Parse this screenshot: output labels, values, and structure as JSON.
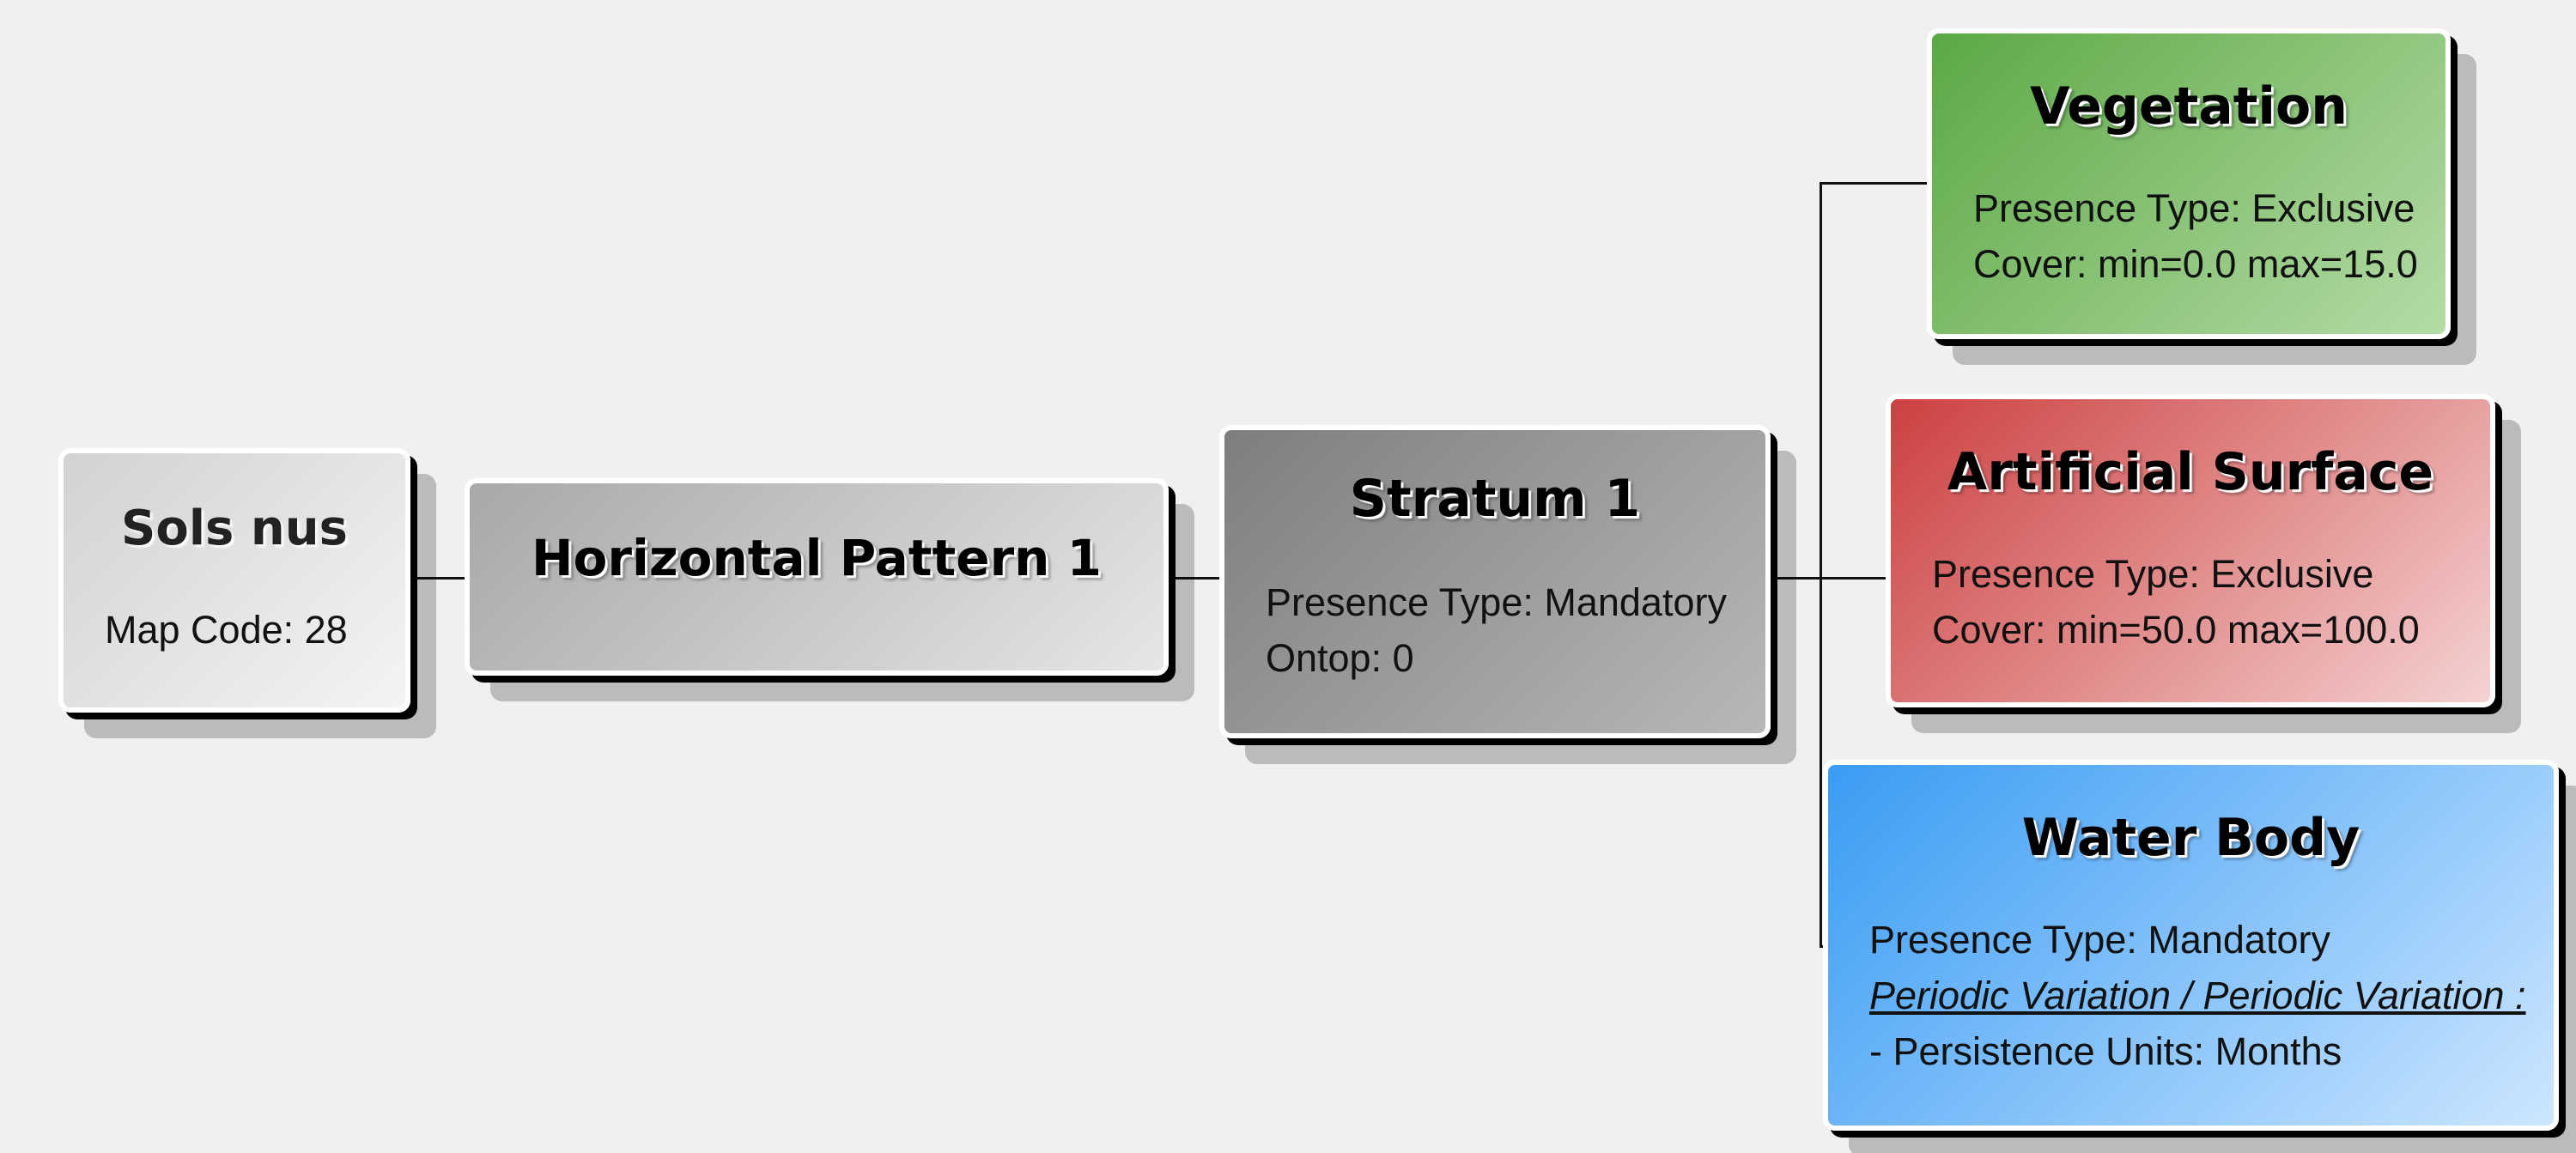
{
  "nodes": {
    "sols": {
      "title": "Sols nus",
      "lines": [
        "Map Code: 28"
      ]
    },
    "horizontal_pattern": {
      "title": "Horizontal Pattern 1"
    },
    "stratum": {
      "title": "Stratum 1",
      "lines": [
        "Presence Type: Mandatory",
        "Ontop: 0"
      ]
    },
    "vegetation": {
      "title": "Vegetation",
      "lines": [
        "Presence Type: Exclusive",
        "Cover: min=0.0 max=15.0"
      ]
    },
    "artificial_surface": {
      "title": "Artificial Surface",
      "lines": [
        "Presence Type: Exclusive",
        "Cover: min=50.0 max=100.0"
      ]
    },
    "water_body": {
      "title": "Water Body",
      "lines": [
        "Presence Type: Mandatory",
        "Periodic Variation / Periodic Variation :",
        "- Persistence Units: Months"
      ]
    }
  },
  "colors": {
    "vegetation": "#5ca845",
    "artificial_surface": "#cc4040",
    "water_body": "#3a9cf4",
    "neutral": "#b0b0b0"
  }
}
